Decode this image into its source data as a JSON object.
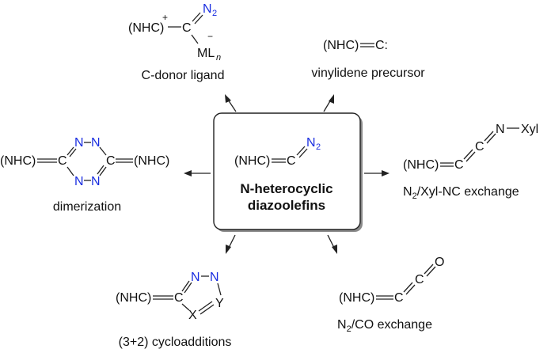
{
  "center": {
    "line1": "N-heterocyclic",
    "line2": "diazoolefins",
    "formula_nhc": "(NHC)",
    "formula_c": "C",
    "formula_n": "N",
    "formula_n_sub": "2"
  },
  "top_left": {
    "nhc": "(NHC)",
    "plus": "+",
    "c": "C",
    "n2": "N",
    "n2_sub": "2",
    "minus": "−",
    "ml": "ML",
    "ml_sub": "n",
    "label": "C-donor ligand"
  },
  "top_right": {
    "nhc": "(NHC)",
    "c": "C:",
    "label": "vinylidene precursor"
  },
  "left": {
    "nhc_left": "(NHC)",
    "c_left": "C",
    "c_right": "C",
    "nhc_right": "(NHC)",
    "n": "N",
    "label": "dimerization"
  },
  "right": {
    "nhc": "(NHC)",
    "c1": "C",
    "c2": "C",
    "n": "N",
    "xyl": "Xyl",
    "label_n": "N",
    "label_sub": "2",
    "label_rest": "/Xyl-NC exchange"
  },
  "bottom_left": {
    "nhc": "(NHC)",
    "c": "C",
    "n": "N",
    "x": "X",
    "y": "Y",
    "label": "(3+2) cycloadditions"
  },
  "bottom_right": {
    "nhc": "(NHC)",
    "c1": "C",
    "c2": "C",
    "o": "O",
    "label_n": "N",
    "label_sub": "2",
    "label_rest": "/CO exchange"
  }
}
